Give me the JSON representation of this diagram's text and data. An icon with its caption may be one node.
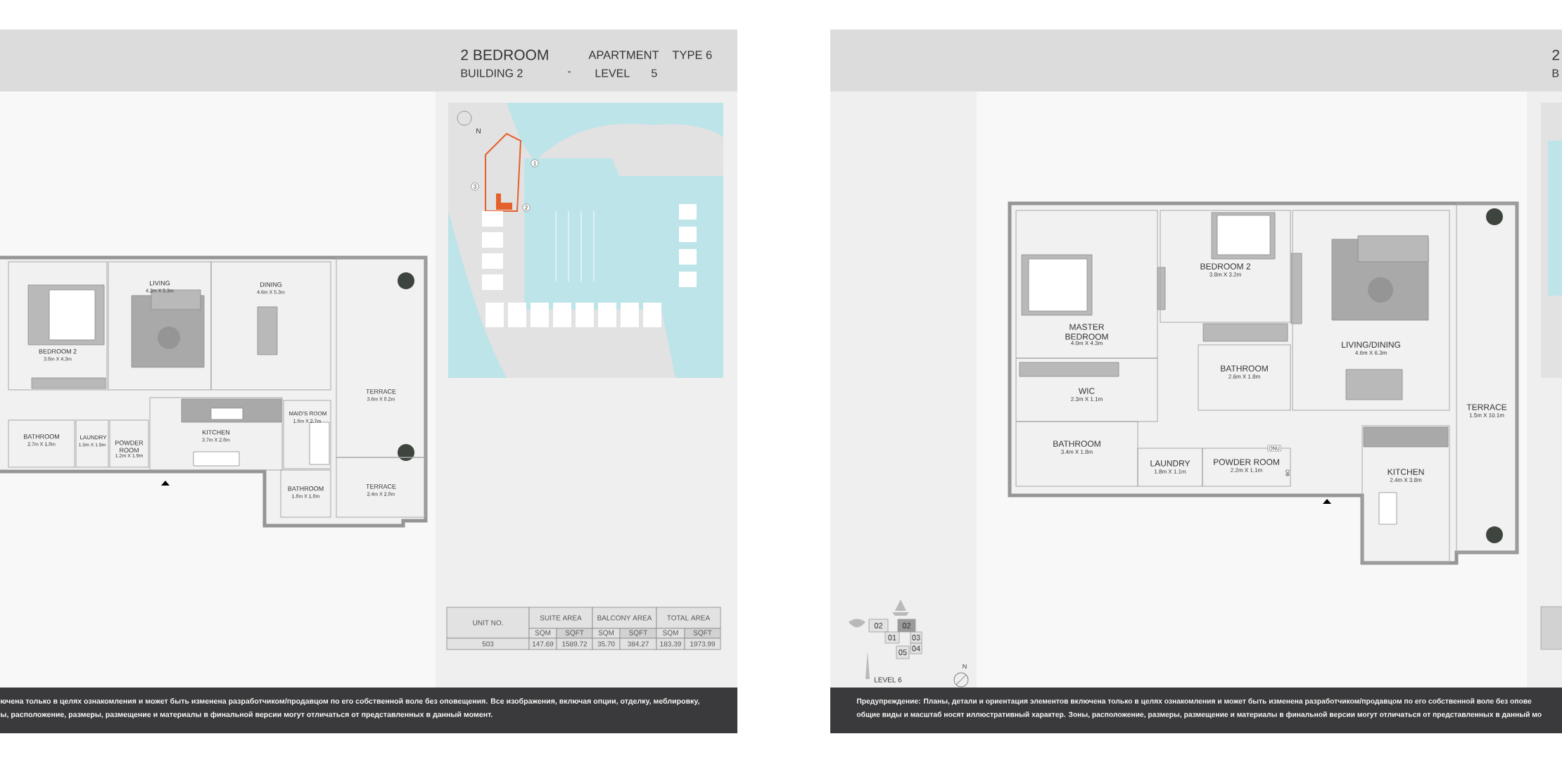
{
  "diagram": {
    "nodes": [
      {
        "text": [
          "BEDROOM 2",
          "3.8m X 4.3m"
        ]
      },
      {
        "text": [
          "LIVING",
          "4.2m X 5.3m"
        ]
      },
      {
        "text": [
          "DINING",
          "4.6m X 5.3m"
        ]
      },
      {
        "text": [
          "TERRACE",
          "3.6m X 8.2m"
        ]
      },
      {
        "text": [
          "BATHROOM",
          "2.7m X 1.8m"
        ]
      },
      {
        "text": [
          "LAUNDRY",
          "1.0m X 1.9m"
        ]
      },
      {
        "text": [
          "POWDER ROOM",
          "1.2m X 1.9m"
        ]
      },
      {
        "text": [
          "KITCHEN",
          "3.7m X 2.8m"
        ]
      },
      {
        "text": [
          "MAID'S ROOM",
          "1.6m X 2.7m"
        ]
      },
      {
        "text": [
          "BATHROOM",
          "1.8m X 1.8m"
        ]
      },
      {
        "text": [
          "TERRACE",
          "2.4m X 2.8m"
        ]
      },
      {
        "text": [
          "MASTER BEDROOM",
          "4.0m X 4.3m"
        ]
      },
      {
        "text": [
          "BEDROOM 2",
          "3.8m X 3.2m"
        ]
      },
      {
        "text": [
          "LIVING/DINING",
          "4.6m X 6.3m"
        ]
      },
      {
        "text": [
          "BATHROOM",
          "2.6m X 1.8m"
        ]
      },
      {
        "text": [
          "WIC",
          "2.3m X 1.1m"
        ]
      },
      {
        "text": [
          "TERRACE",
          "1.5m X 10.1m"
        ]
      },
      {
        "text": [
          "BATHROOM",
          "3.4m X 1.8m"
        ]
      },
      {
        "text": [
          "LAUNDRY",
          "1.8m X 1.1m"
        ]
      },
      {
        "text": [
          "POWDER ROOM",
          "2.2m X 1.1m"
        ]
      },
      {
        "text": [
          "KITCHEN",
          "2.4m X 3.8m"
        ]
      }
    ],
    "labels": [
      "2 BEDROOM",
      "APARTMENT",
      "TYPE 6",
      "BUILDING 2",
      "-",
      "LEVEL",
      "5",
      "2",
      "B",
      "N",
      "1",
      "2",
      "3",
      "UNIT NO.",
      "SUITE AREA",
      "BALCONY AREA",
      "TOTAL AREA",
      "SQM",
      "SQFT",
      "SQM",
      "SQFT",
      "SQM",
      "SQFT",
      "503",
      "147.69",
      "1589.72",
      "35.70",
      "384.27",
      "183.39",
      "1973.99",
      "02",
      "02",
      "01",
      "03",
      "04",
      "05",
      "LEVEL 6",
      "N",
      "ONU",
      "DB",
      "ючена только в целях ознакомления и может быть изменена разработчиком/продавцом по его собственной воле без оповещения. Все изображения, включая опции, отделку, меблировку,",
      "ы, расположение, размеры, размещение и материалы в финальной версии могут отличаться от представленных в данный момент.",
      "Предупреждение: Планы, детали и ориентация элементов включена только в целях ознакомления и может быть изменена разработчиком/продавцом по его собственной воле без опове",
      "общие виды и масштаб носят иллюстративный характер. Зоны, расположение, размеры, размещение и материалы в финальной версии могут отличаться от представленных в данный мо"
    ]
  }
}
